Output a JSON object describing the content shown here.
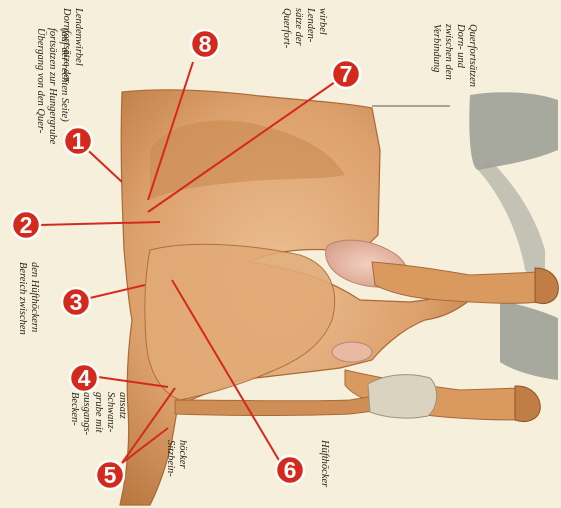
{
  "colors": {
    "background": "#f6efdc",
    "body": "#dca06c",
    "body_shadow": "#b7743e",
    "body_highlight": "#ecbf92",
    "marker": "#d42a1e",
    "tail": "#8a8f86"
  },
  "labels": {
    "l1": [
      "Dornfortsätze der",
      "Lendenwirbel"
    ],
    "l2": [
      "Übergang von den Quer-",
      "fortsätzen zur Hungergrube",
      "(auf der rechten Seite)"
    ],
    "l3": [
      "Bereich zwischen",
      "den Hüfthöckern"
    ],
    "l4": [
      "Becken-",
      "ausgangs-",
      "grube mit",
      "Schwanz-",
      "ansatz"
    ],
    "l5": [
      "Sitzbein-",
      "höcker"
    ],
    "l6": [
      "Hüfthöcker"
    ],
    "l7": [
      "Verbindung",
      "zwischen den",
      "Dorn- und",
      "Querfortsätzen"
    ],
    "l8": [
      "Querfort-",
      "sätze der",
      "Lenden-",
      "wirbel"
    ]
  },
  "markers": [
    "1",
    "2",
    "3",
    "4",
    "5",
    "6",
    "7",
    "8"
  ]
}
